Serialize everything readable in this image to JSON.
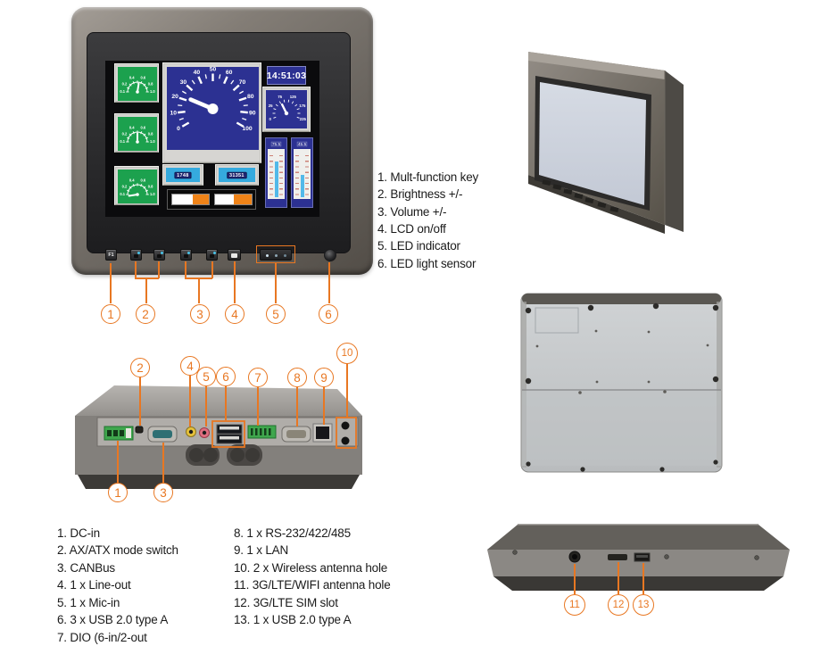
{
  "colors": {
    "callout_orange": "#e87722",
    "panel_blue": "#2c3192",
    "gauge_green": "#1ca14e",
    "readout_cyan": "#35aade",
    "bar_orange": "#ef8318"
  },
  "screen": {
    "clock": "14:51:03",
    "speedometer": {
      "tick_labels": [
        "0",
        "10",
        "20",
        "30",
        "40",
        "50",
        "60",
        "70",
        "80",
        "90",
        "100"
      ],
      "min": 0,
      "max": 100,
      "value": 22
    },
    "aux_gauge": {
      "tick_labels": [
        "0",
        "25",
        "75",
        "125",
        "175",
        "225"
      ],
      "value_fraction": 0.38
    },
    "green_gauges": {
      "tick_labels": [
        "0.1",
        "0.2",
        "0.4",
        "0.6",
        "0.8",
        "1.0"
      ],
      "values": [
        0.55,
        0.5,
        -0.05
      ]
    },
    "readouts": [
      "1748",
      "31351"
    ],
    "meters": [
      {
        "label": "75.5",
        "level": 0.72
      },
      {
        "label": "45.5",
        "level": 0.45
      }
    ],
    "progress_bars": [
      {
        "filled": 0.45
      },
      {
        "filled": 0.5
      }
    ],
    "buttons": {
      "f1": "F1"
    }
  },
  "callouts": {
    "front": [
      "1",
      "2",
      "3",
      "4",
      "5",
      "6"
    ],
    "io_top": [
      "2",
      "4",
      "5",
      "6",
      "7",
      "8",
      "9",
      "10"
    ],
    "io_bottom": [
      "1",
      "3"
    ],
    "side": [
      "11",
      "12",
      "13"
    ]
  },
  "front_legend": [
    "1. Mult-function key",
    "2. Brightness +/-",
    "3. Volume +/-",
    "4. LCD on/off",
    "5. LED indicator",
    "6. LED light sensor"
  ],
  "io_legend_col1": [
    "1. DC-in",
    "2. AX/ATX mode switch",
    "3. CANBus",
    "4. 1 x Line-out",
    "5. 1 x Mic-in",
    "6. 3 x USB 2.0 type A",
    "7. DIO (6-in/2-out"
  ],
  "io_legend_col2": [
    "8. 1 x RS-232/422/485",
    "9. 1 x LAN",
    "10. 2 x Wireless antenna hole",
    "11. 3G/LTE/WIFI antenna hole",
    "12. 3G/LTE SIM slot",
    "13. 1 x USB 2.0 type A"
  ]
}
